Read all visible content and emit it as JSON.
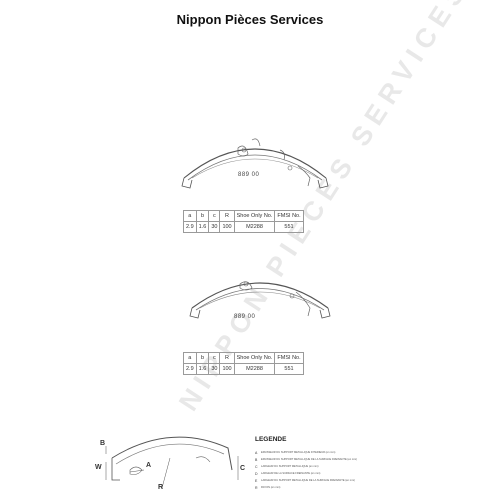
{
  "header": {
    "title": "Nippon Pièces Services"
  },
  "watermark": "NIPPON PIECES SERVICES",
  "shoes": [
    {
      "part_number": "889 00",
      "table": {
        "headers": [
          "a",
          "b",
          "c",
          "R",
          "Shoe Only No.",
          "FMSI No."
        ],
        "row": [
          "2.9",
          "1.6",
          "30",
          "100",
          "M2288",
          "551"
        ]
      }
    },
    {
      "part_number": "889 00",
      "table": {
        "headers": [
          "a",
          "b",
          "c",
          "R",
          "Shoe Only No.",
          "FMSI No."
        ],
        "row": [
          "2.9",
          "1.6",
          "30",
          "100",
          "M2288",
          "551"
        ]
      }
    }
  ],
  "legend": {
    "title": "LEGENDE",
    "items": [
      {
        "key": "A",
        "text": "EPAISSEUR DU SUPPORT METALLIQUE INTERIEUR (en mm)"
      },
      {
        "key": "B",
        "text": "EPAISSEUR DU SUPPORT METALLIQUE DE LA SURFACE FREINANTE (en mm)"
      },
      {
        "key": "C",
        "text": "LARGEUR DU SUPPORT METALLIQUE (en mm)"
      },
      {
        "key": "D",
        "text": "LARGEUR DE LA SURFACE FREINANTE (en mm)"
      },
      {
        "key": "E",
        "text": "LARGEUR DU SUPPORT METALLIQUE DE LA SURFACE FREINANTE (en mm)"
      },
      {
        "key": "R",
        "text": "RAYON (en mm)"
      }
    ]
  },
  "diagram_labels": {
    "b": "B",
    "w": "W",
    "a": "A",
    "r": "R",
    "c": "C"
  }
}
